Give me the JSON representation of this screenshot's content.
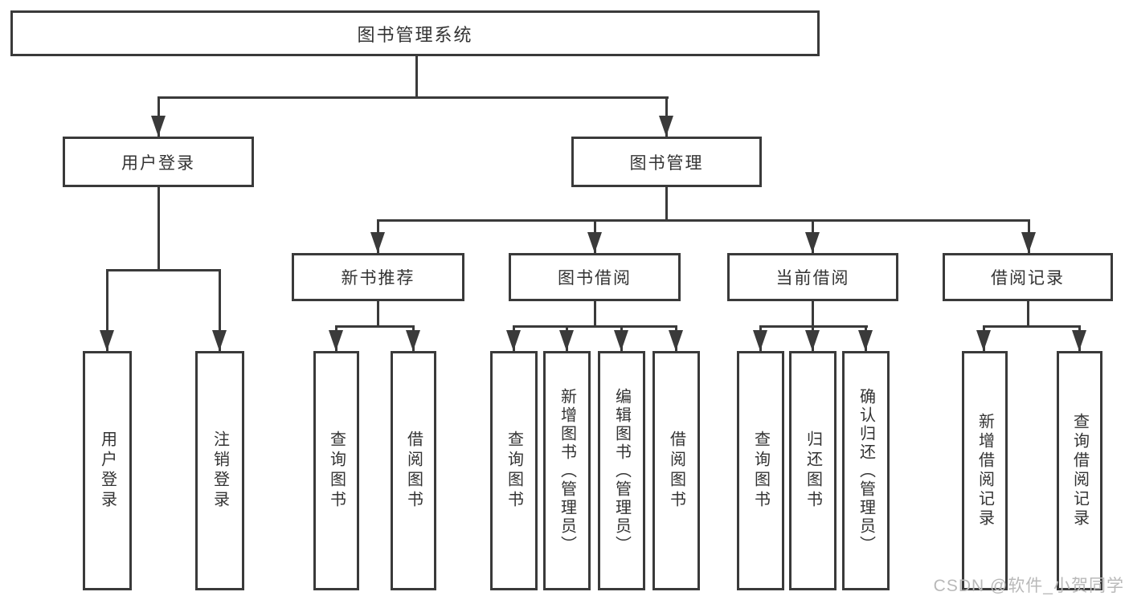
{
  "colors": {
    "line": "#3a3a3a",
    "text": "#333333",
    "watermark": "#b9b9b9",
    "background": "#ffffff"
  },
  "diagram": {
    "root": {
      "label": "图书管理系统"
    },
    "branches": [
      {
        "label": "用户登录",
        "children": [
          {
            "label": "用户登录"
          },
          {
            "label": "注销登录"
          }
        ]
      },
      {
        "label": "图书管理",
        "children": [
          {
            "label": "新书推荐",
            "children": [
              {
                "label": "查询图书"
              },
              {
                "label": "借阅图书"
              }
            ]
          },
          {
            "label": "图书借阅",
            "children": [
              {
                "label": "查询图书"
              },
              {
                "label": "新增图书（管理员）"
              },
              {
                "label": "编辑图书（管理员）"
              },
              {
                "label": "借阅图书"
              }
            ]
          },
          {
            "label": "当前借阅",
            "children": [
              {
                "label": "查询图书"
              },
              {
                "label": "归还图书"
              },
              {
                "label": "确认归还（管理员）"
              }
            ]
          },
          {
            "label": "借阅记录",
            "children": [
              {
                "label": "新增借阅记录"
              },
              {
                "label": "查询借阅记录"
              }
            ]
          }
        ]
      }
    ]
  },
  "watermark": {
    "text": "CSDN @软件_小贺同学"
  }
}
